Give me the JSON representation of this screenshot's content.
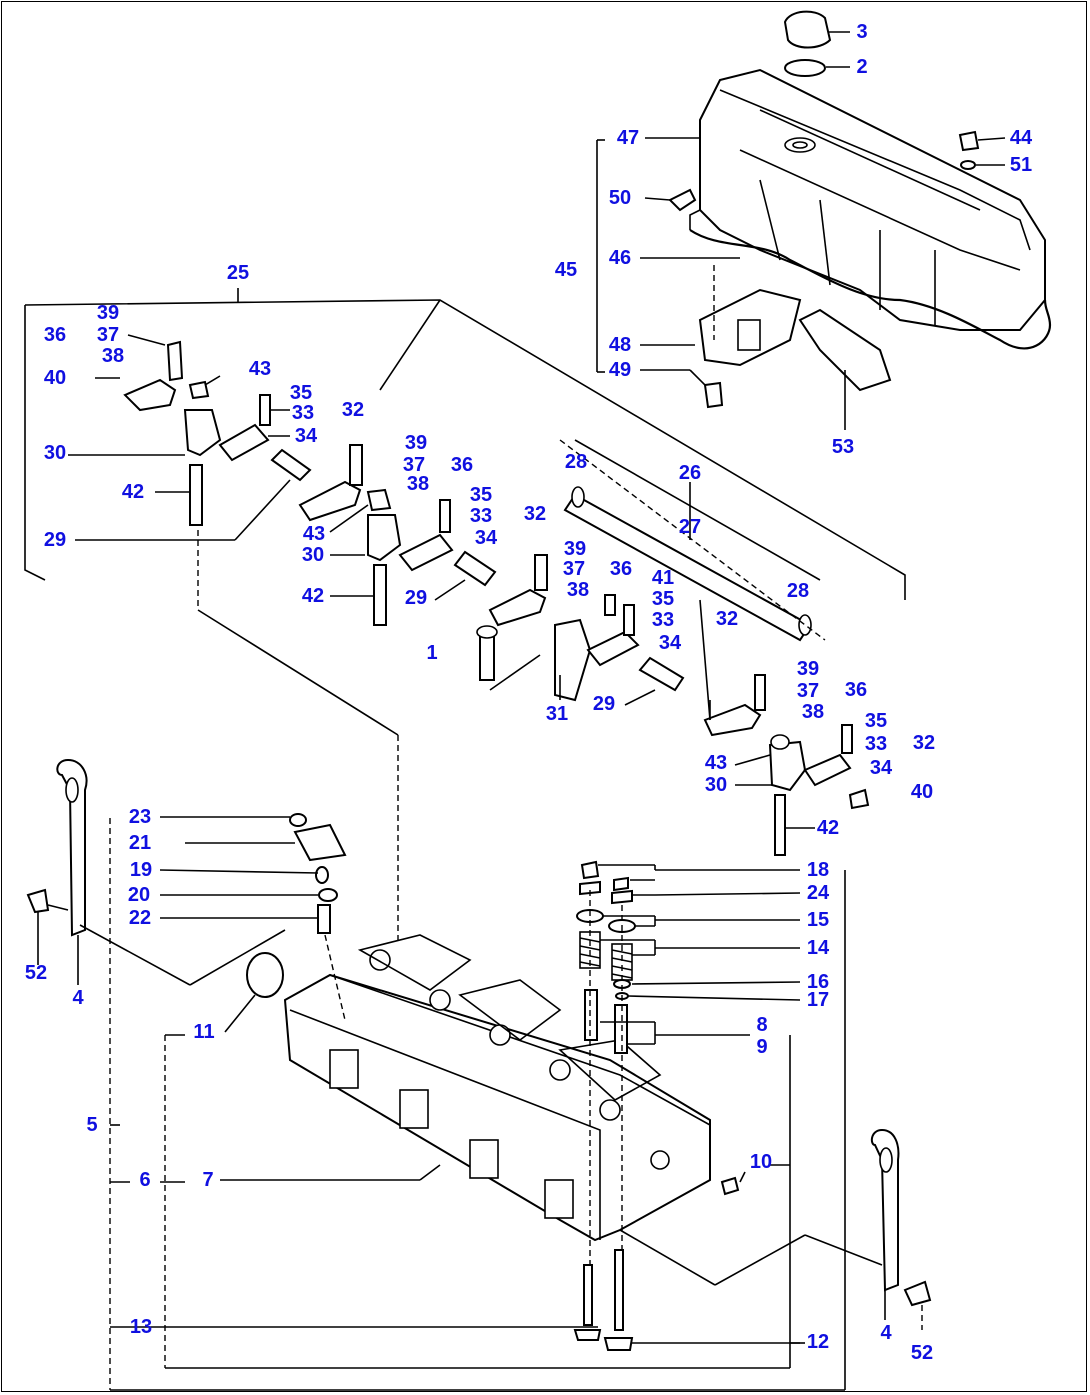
{
  "labels": [
    {
      "id": "3",
      "text": "3"
    },
    {
      "id": "2",
      "text": "2"
    },
    {
      "id": "47",
      "text": "47"
    },
    {
      "id": "44",
      "text": "44"
    },
    {
      "id": "51",
      "text": "51"
    },
    {
      "id": "50",
      "text": "50"
    },
    {
      "id": "45",
      "text": "45"
    },
    {
      "id": "46",
      "text": "46"
    },
    {
      "id": "48",
      "text": "48"
    },
    {
      "id": "49",
      "text": "49"
    },
    {
      "id": "53",
      "text": "53"
    },
    {
      "id": "25",
      "text": "25"
    },
    {
      "id": "39a",
      "text": "39"
    },
    {
      "id": "36a",
      "text": "36"
    },
    {
      "id": "37a",
      "text": "37"
    },
    {
      "id": "38a",
      "text": "38"
    },
    {
      "id": "40a",
      "text": "40"
    },
    {
      "id": "43a",
      "text": "43"
    },
    {
      "id": "35a",
      "text": "35"
    },
    {
      "id": "33a",
      "text": "33"
    },
    {
      "id": "32a",
      "text": "32"
    },
    {
      "id": "34a",
      "text": "34"
    },
    {
      "id": "30a",
      "text": "30"
    },
    {
      "id": "42a",
      "text": "42"
    },
    {
      "id": "29a",
      "text": "29"
    },
    {
      "id": "39b",
      "text": "39"
    },
    {
      "id": "37b",
      "text": "37"
    },
    {
      "id": "36b",
      "text": "36"
    },
    {
      "id": "38b",
      "text": "38"
    },
    {
      "id": "35b",
      "text": "35"
    },
    {
      "id": "33b",
      "text": "33"
    },
    {
      "id": "32b",
      "text": "32"
    },
    {
      "id": "34b",
      "text": "34"
    },
    {
      "id": "43b",
      "text": "43"
    },
    {
      "id": "30b",
      "text": "30"
    },
    {
      "id": "42b",
      "text": "42"
    },
    {
      "id": "29b",
      "text": "29"
    },
    {
      "id": "28a",
      "text": "28"
    },
    {
      "id": "26",
      "text": "26"
    },
    {
      "id": "27",
      "text": "27"
    },
    {
      "id": "28b",
      "text": "28"
    },
    {
      "id": "39c",
      "text": "39"
    },
    {
      "id": "37c",
      "text": "37"
    },
    {
      "id": "36c",
      "text": "36"
    },
    {
      "id": "38c",
      "text": "38"
    },
    {
      "id": "41",
      "text": "41"
    },
    {
      "id": "35c",
      "text": "35"
    },
    {
      "id": "33c",
      "text": "33"
    },
    {
      "id": "32c",
      "text": "32"
    },
    {
      "id": "34c",
      "text": "34"
    },
    {
      "id": "1",
      "text": "1"
    },
    {
      "id": "31",
      "text": "31"
    },
    {
      "id": "29c",
      "text": "29"
    },
    {
      "id": "39d",
      "text": "39"
    },
    {
      "id": "37d",
      "text": "37"
    },
    {
      "id": "36d",
      "text": "36"
    },
    {
      "id": "38d",
      "text": "38"
    },
    {
      "id": "35d",
      "text": "35"
    },
    {
      "id": "33d",
      "text": "33"
    },
    {
      "id": "32d",
      "text": "32"
    },
    {
      "id": "34d",
      "text": "34"
    },
    {
      "id": "43c",
      "text": "43"
    },
    {
      "id": "30c",
      "text": "30"
    },
    {
      "id": "40b",
      "text": "40"
    },
    {
      "id": "42c",
      "text": "42"
    },
    {
      "id": "23",
      "text": "23"
    },
    {
      "id": "21",
      "text": "21"
    },
    {
      "id": "19",
      "text": "19"
    },
    {
      "id": "20",
      "text": "20"
    },
    {
      "id": "22",
      "text": "22"
    },
    {
      "id": "52a",
      "text": "52"
    },
    {
      "id": "4a",
      "text": "4"
    },
    {
      "id": "18",
      "text": "18"
    },
    {
      "id": "24",
      "text": "24"
    },
    {
      "id": "15",
      "text": "15"
    },
    {
      "id": "14",
      "text": "14"
    },
    {
      "id": "16",
      "text": "16"
    },
    {
      "id": "17",
      "text": "17"
    },
    {
      "id": "8",
      "text": "8"
    },
    {
      "id": "9",
      "text": "9"
    },
    {
      "id": "11",
      "text": "11"
    },
    {
      "id": "5",
      "text": "5"
    },
    {
      "id": "6",
      "text": "6"
    },
    {
      "id": "7",
      "text": "7"
    },
    {
      "id": "10",
      "text": "10"
    },
    {
      "id": "4b",
      "text": "4"
    },
    {
      "id": "13",
      "text": "13"
    },
    {
      "id": "12",
      "text": "12"
    },
    {
      "id": "52b",
      "text": "52"
    }
  ]
}
